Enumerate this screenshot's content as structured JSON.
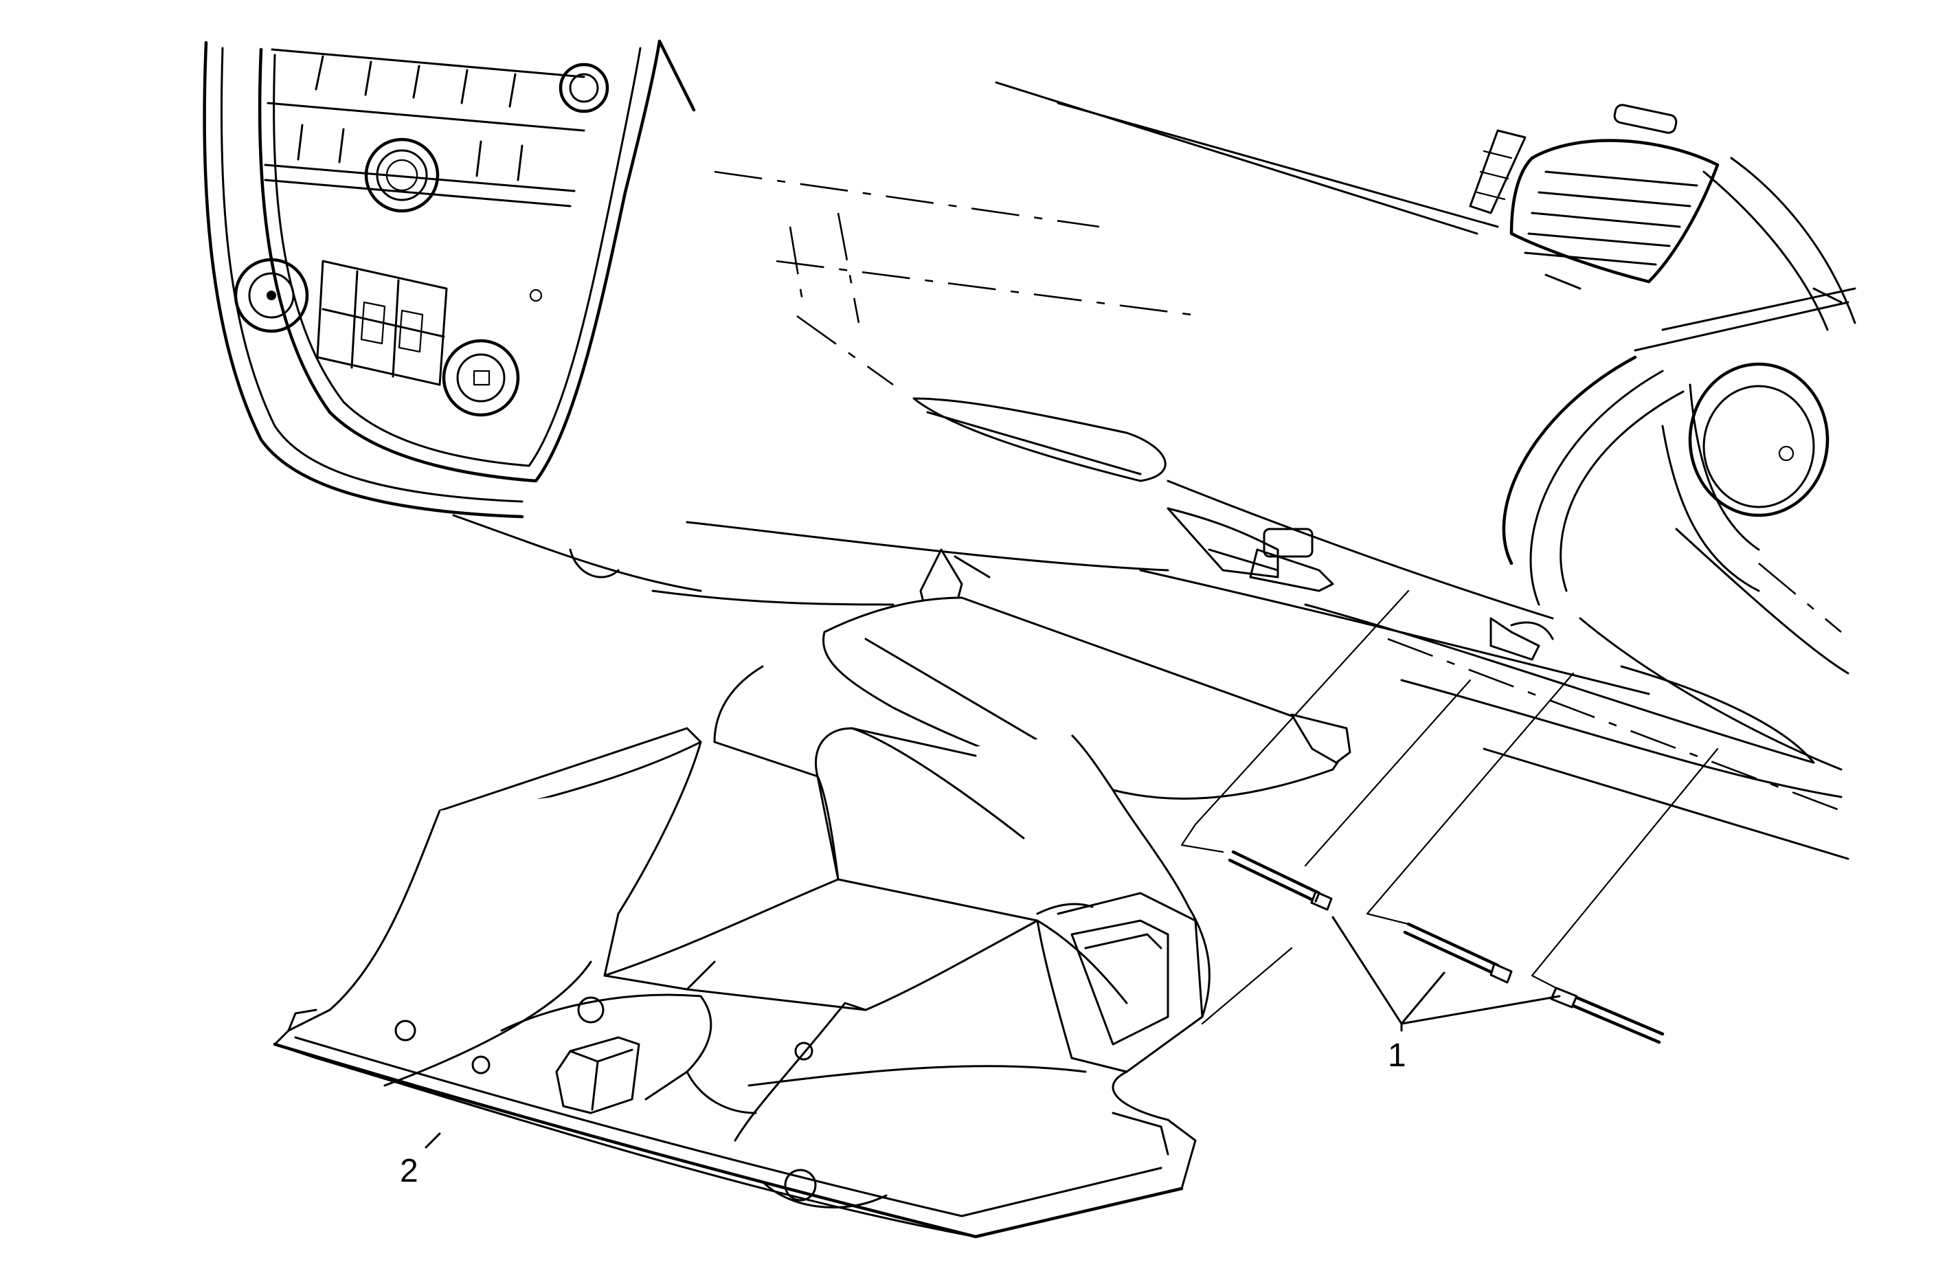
{
  "callouts": [
    {
      "label": "1",
      "part": "pins"
    },
    {
      "label": "2",
      "part": "glove-box"
    }
  ]
}
